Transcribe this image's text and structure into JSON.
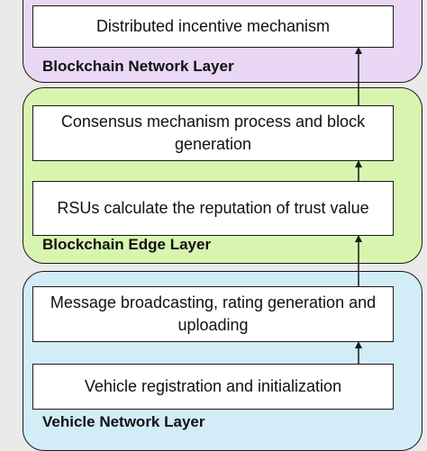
{
  "layers": {
    "network": {
      "label": "Blockchain Network Layer",
      "steps": [
        "Distributed incentive mechanism"
      ]
    },
    "edge": {
      "label": "Blockchain Edge Layer",
      "steps": [
        "Consensus mechanism process and block generation",
        "RSUs calculate the reputation of trust value"
      ]
    },
    "vehicle": {
      "label": "Vehicle Network Layer",
      "steps": [
        "Message broadcasting, rating generation and uploading",
        "Vehicle registration and initialization"
      ]
    }
  },
  "colors": {
    "network_fill": "#e9d7f5",
    "edge_fill": "#d8f5b0",
    "vehicle_fill": "#d2ecf8",
    "outline": "#1a1a1a"
  }
}
